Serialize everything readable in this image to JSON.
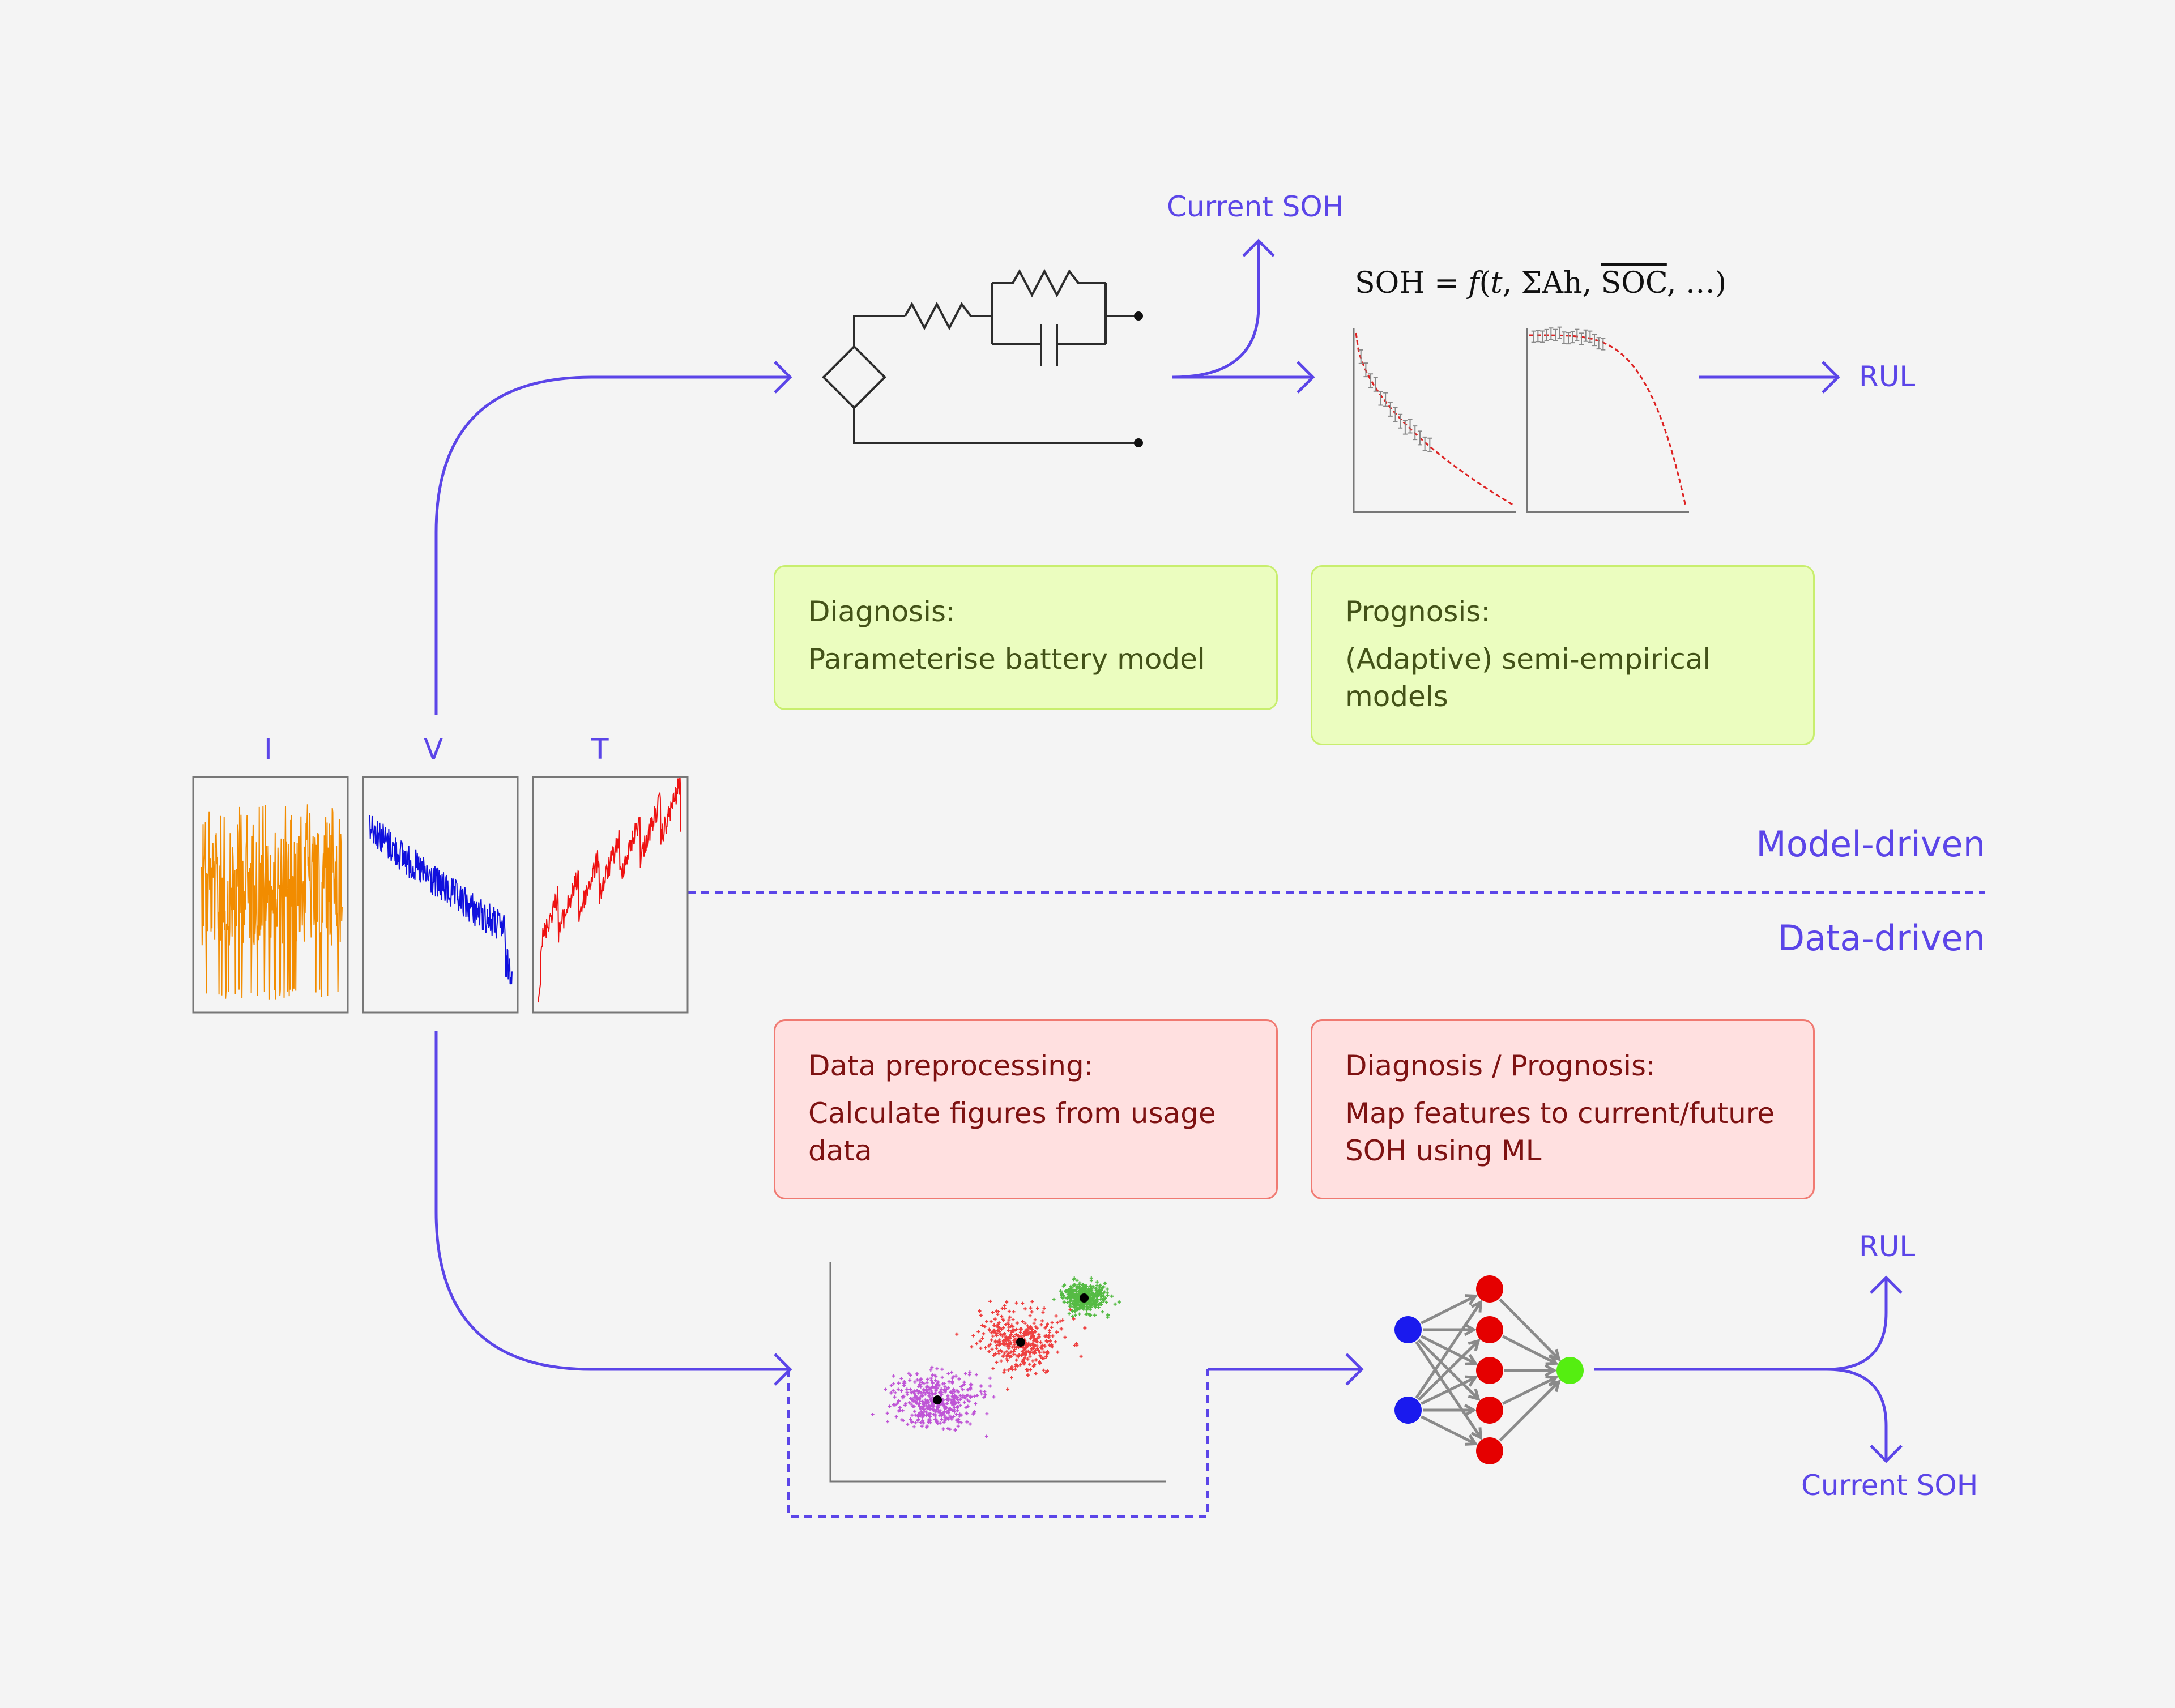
{
  "colors": {
    "accent": "#5b45e8",
    "green_box_bg": "#ebfdbf",
    "green_box_border": "#c8ee6e",
    "green_box_text": "#435218",
    "red_box_bg": "#ffe0e0",
    "red_box_border": "#f07a72",
    "red_box_text": "#7e1212",
    "signal_current": "#f28c00",
    "signal_voltage": "#1010dd",
    "signal_temperature": "#ee1111",
    "cluster_purple": "#bf55d6",
    "cluster_red": "#ee4040",
    "cluster_green": "#55bb44",
    "nn_input": "#1a1aee",
    "nn_hidden": "#e50000",
    "nn_output": "#55ee11"
  },
  "signals": {
    "current_label": "I",
    "voltage_label": "V",
    "temperature_label": "T"
  },
  "divider": {
    "model_label": "Model-driven",
    "data_label": "Data-driven"
  },
  "model_path": {
    "current_soh_label": "Current SOH",
    "rul_label": "RUL",
    "formula": {
      "lhs": "SOH",
      "eq": "=",
      "fn": "f",
      "arg_t": "t",
      "arg_ah": "ΣAh",
      "arg_soc": "SOC",
      "arg_more": "…"
    },
    "diagnosis_box": {
      "title": "Diagnosis:",
      "body": "Parameterise battery model"
    },
    "prognosis_box": {
      "title": "Prognosis:",
      "body": "(Adaptive) semi-empirical models"
    }
  },
  "data_path": {
    "preprocessing_box": {
      "title": "Data preprocessing:",
      "body": "Calculate figures from usage data"
    },
    "ml_box": {
      "title": "Diagnosis / Prognosis:",
      "body": "Map features to current/future SOH using ML"
    },
    "rul_label": "RUL",
    "current_soh_label": "Current SOH"
  },
  "icons": {
    "circuit": "equivalent-circuit-icon",
    "degradation": "degradation-curve-icon",
    "clusters": "feature-cluster-scatter-icon",
    "network": "neural-network-icon"
  }
}
